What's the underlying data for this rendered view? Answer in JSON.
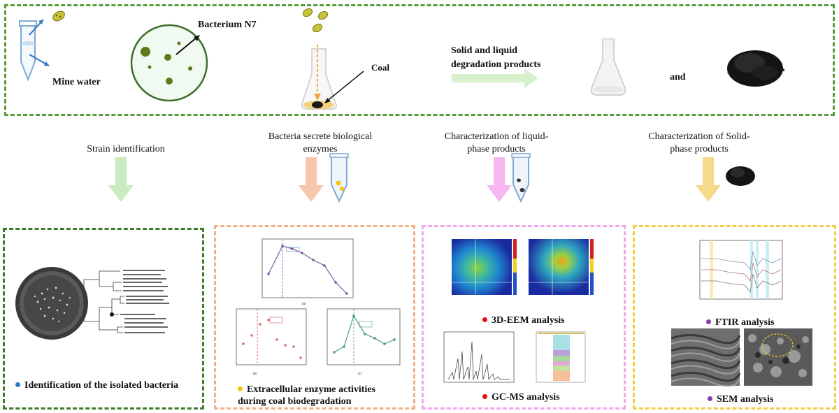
{
  "top": {
    "mine_water": "Mine water",
    "bacterium": "Bacterium N7",
    "coal": "Coal",
    "products": "Solid and liquid degradation products",
    "and": "and"
  },
  "steps": [
    {
      "label": "Strain identification"
    },
    {
      "label": "Bacteria secrete biological enzymes"
    },
    {
      "label": "Characterization of liquid-phase products"
    },
    {
      "label": "Characterization of Solid-phase products"
    }
  ],
  "panels": {
    "identification": {
      "label": "Identification of the isolated bacteria",
      "dot_color": "#2f74c0"
    },
    "enzyme": {
      "label": "Extracellular enzyme activities during coal biodegradation",
      "dot_color": "#f5c400"
    },
    "eem": {
      "label": "3D-EEM analysis",
      "dot_color": "#e01010"
    },
    "gcms": {
      "label": "GC-MS analysis",
      "dot_color": "#e01010"
    },
    "ftir": {
      "label": "FTIR analysis",
      "dot_color": "#8a3ab0"
    },
    "sem": {
      "label": "SEM analysis",
      "dot_color": "#8a3ab0"
    }
  },
  "colors": {
    "top_border": "#5a9a3a",
    "green_arrow": "#c9ebbf",
    "orange_arrow": "#f7c6ad",
    "pink_arrow": "#f6b7f0",
    "yellow_arrow": "#f7d98b"
  }
}
